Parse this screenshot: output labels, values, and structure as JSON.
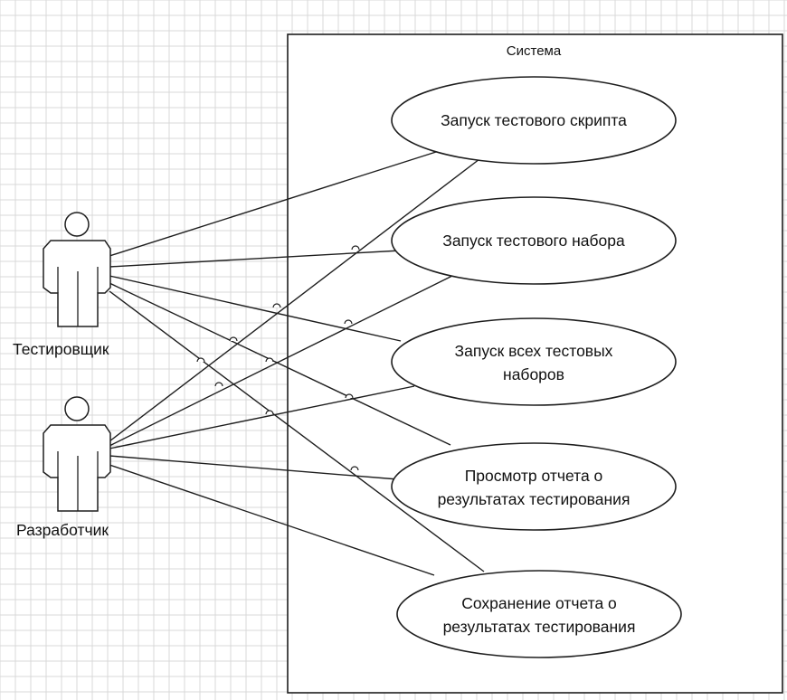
{
  "system": {
    "title": "Система"
  },
  "actors": [
    {
      "id": "tester",
      "label": "Тестировщик",
      "icon": "person-actor-icon"
    },
    {
      "id": "developer",
      "label": "Разработчик",
      "icon": "person-actor-icon"
    }
  ],
  "use_cases": [
    {
      "id": "run-script",
      "lines": [
        "Запуск тестового скрипта"
      ]
    },
    {
      "id": "run-suite",
      "lines": [
        "Запуск тестового набора"
      ]
    },
    {
      "id": "run-all-suites",
      "lines": [
        "Запуск всех тестовых",
        "наборов"
      ]
    },
    {
      "id": "view-report",
      "lines": [
        "Просмотр отчета о",
        "результатах тестирования"
      ]
    },
    {
      "id": "save-report",
      "lines": [
        "Сохранение отчета о",
        "результатах тестирования"
      ]
    }
  ],
  "associations": [
    {
      "actor": "tester",
      "use_case": "run-script"
    },
    {
      "actor": "tester",
      "use_case": "run-suite"
    },
    {
      "actor": "tester",
      "use_case": "run-all-suites"
    },
    {
      "actor": "tester",
      "use_case": "view-report"
    },
    {
      "actor": "tester",
      "use_case": "save-report"
    },
    {
      "actor": "developer",
      "use_case": "run-script"
    },
    {
      "actor": "developer",
      "use_case": "run-suite"
    },
    {
      "actor": "developer",
      "use_case": "run-all-suites"
    },
    {
      "actor": "developer",
      "use_case": "view-report"
    },
    {
      "actor": "developer",
      "use_case": "save-report"
    }
  ]
}
